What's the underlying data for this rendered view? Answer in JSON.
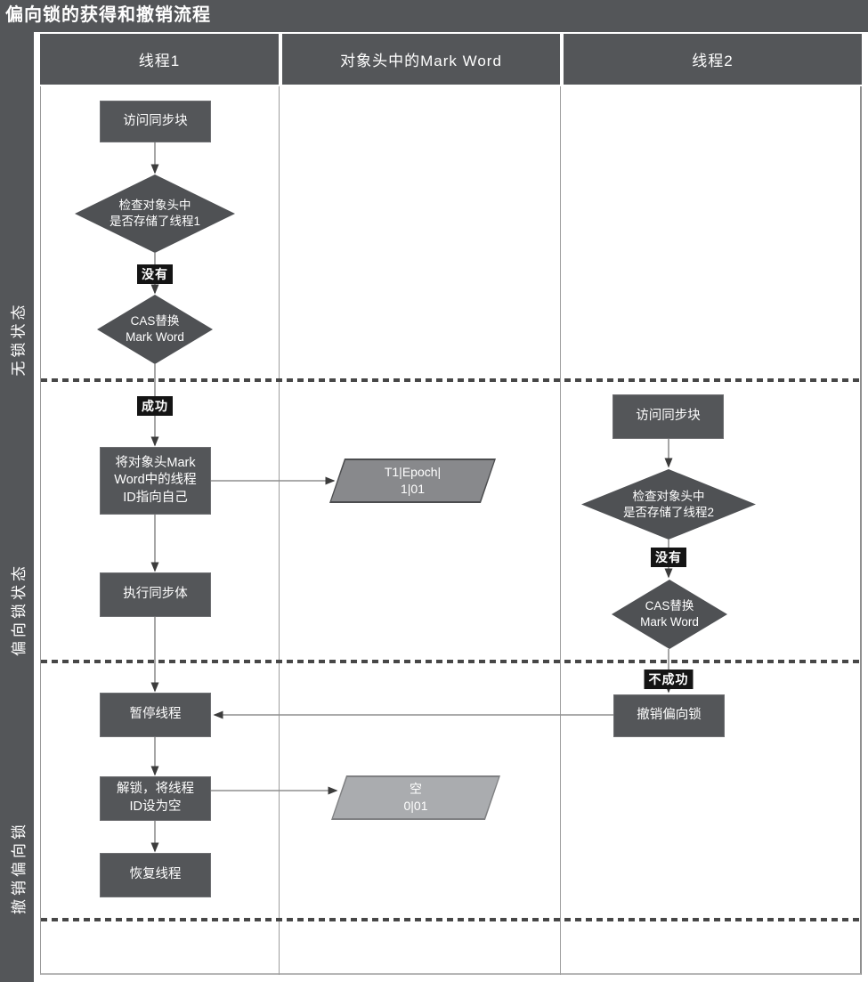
{
  "title": "偏向锁的获得和撤销流程",
  "columns": {
    "thread1": "线程1",
    "markword": "对象头中的Mark Word",
    "thread2": "线程2"
  },
  "rows": {
    "nolock": "无锁状态",
    "biased": "偏向锁状态",
    "revoke": "撤销偏向锁"
  },
  "thread1": {
    "access": "访问同步块",
    "check": "检查对象头中\n是否存储了线程1",
    "no_label": "没有",
    "cas": "CAS替换\nMark Word",
    "success_label": "成功",
    "set_id": "将对象头Mark\nWord中的线程\nID指向自己",
    "execute": "执行同步体",
    "pause": "暂停线程",
    "unlock": "解锁，将线程\nID设为空",
    "resume": "恢复线程"
  },
  "markword": {
    "biased_value": "T1|Epoch|\n1|01",
    "empty_value": "空\n0|01"
  },
  "thread2": {
    "access": "访问同步块",
    "check": "检查对象头中\n是否存储了线程2",
    "no_label": "没有",
    "cas": "CAS替换\nMark Word",
    "fail_label": "不成功",
    "revoke": "撤销偏向锁"
  },
  "colors": {
    "dark": "#545659",
    "badge_bg": "#141414",
    "parallelogram_biased": "#88898c",
    "parallelogram_empty": "#aaacaf",
    "wire": "#8f8f8f",
    "arrowhead": "#3c3c3c"
  }
}
